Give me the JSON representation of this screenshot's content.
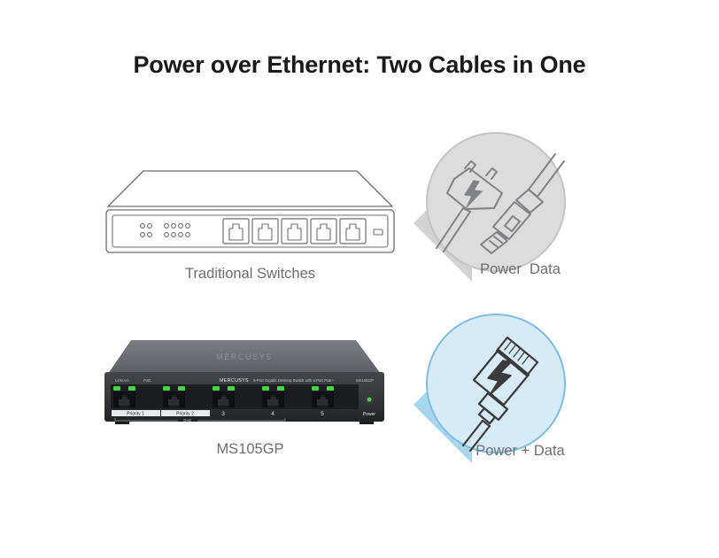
{
  "page": {
    "title": "Power over Ethernet: Two Cables in One",
    "background": "#ffffff"
  },
  "colors": {
    "title_text": "#1a1a1a",
    "caption_text": "#6d6e71",
    "lineart_stroke": "#6d6e71",
    "bubble_gray_fill": "#dcdcdc",
    "bubble_gray_stroke": "#c4c4c4",
    "bubble_gray_tail": "#d2d2d2",
    "bubble_blue_fill": "#d6eaf8",
    "bubble_blue_stroke": "#7fbde4",
    "bubble_blue_tail": "#a9d5ee",
    "icon_gray_stroke": "#808285",
    "icon_dark_stroke": "#3b3b3b",
    "switch_body_dark": "#3c4043",
    "switch_body_darker": "#25282b",
    "switch_top_gray": "#6b6e72",
    "led_green": "#4bd24b",
    "port_black": "#0d0f11"
  },
  "panels": {
    "traditional_switch": {
      "caption": "Traditional Switches",
      "icon_name": "traditional-switch-illustration",
      "ports": 5,
      "led_groups": [
        2,
        4
      ]
    },
    "power_data_bubble": {
      "caption": "Power  Data",
      "icon_name": "power-plug-and-rj45-icons",
      "style": "gray"
    },
    "mercusys_switch": {
      "caption": "MS105GP",
      "icon_name": "mercusys-ms105gp-switch-illustration",
      "brand": "MERCUSYS",
      "product_text": "5-Port Gigabit Desktop Switch with 4-Port PoE+",
      "model": "MS105GP",
      "legend_link_act": "Link/Act",
      "legend_poe": "PoE",
      "poe_bracket_label": "PoE",
      "power_label": "Power",
      "port_labels": [
        "Priority 1",
        "Priority 2",
        "3",
        "4",
        "5"
      ],
      "ports": 5
    },
    "poe_data_bubble": {
      "caption": "Power + Data",
      "icon_name": "rj45-with-lightning-bolt-icon",
      "style": "blue"
    }
  }
}
